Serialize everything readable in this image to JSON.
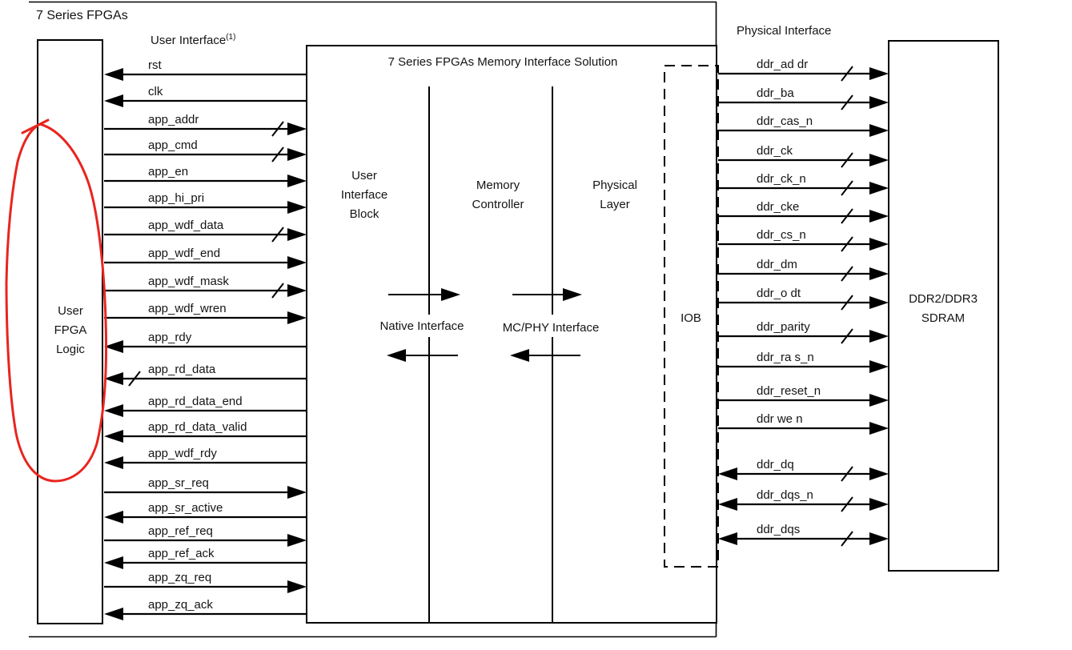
{
  "header": {
    "fpga_title": "7 Series FPGAs",
    "user_interface_label": "User Interface",
    "user_interface_note": "(1)",
    "physical_interface_label": "Physical Interface"
  },
  "user_logic_block": {
    "lines": [
      "User",
      "FPGA",
      "Logic"
    ]
  },
  "solution_block": {
    "title": "7 Series FPGAs Memory Interface Solution",
    "sections": [
      {
        "lines": [
          "User",
          "Interface",
          "Block"
        ]
      },
      {
        "lines": [
          "Memory",
          "Controller"
        ]
      },
      {
        "lines": [
          "Physical",
          "Layer"
        ]
      }
    ],
    "interfaces": [
      {
        "label": "Native Interface"
      },
      {
        "label": "MC/PHY Interface"
      }
    ]
  },
  "iob_block": {
    "label": "IOB"
  },
  "sdram_block": {
    "lines": [
      "DDR2/DDR3",
      "SDRAM"
    ]
  },
  "signals": {
    "left": [
      {
        "name": "rst",
        "direction": "in",
        "bus": false
      },
      {
        "name": "clk",
        "direction": "in",
        "bus": false
      },
      {
        "name": "app_addr",
        "direction": "out",
        "bus": true
      },
      {
        "name": "app_cmd",
        "direction": "out",
        "bus": true
      },
      {
        "name": "app_en",
        "direction": "out",
        "bus": false
      },
      {
        "name": "app_hi_pri",
        "direction": "out",
        "bus": false
      },
      {
        "name": "app_wdf_data",
        "direction": "out",
        "bus": true
      },
      {
        "name": "app_wdf_end",
        "direction": "out",
        "bus": false
      },
      {
        "name": "app_wdf_mask",
        "direction": "out",
        "bus": true
      },
      {
        "name": "app_wdf_wren",
        "direction": "out",
        "bus": false
      },
      {
        "name": "app_rdy",
        "direction": "in",
        "bus": false
      },
      {
        "name": "app_rd_data",
        "direction": "in",
        "bus": true
      },
      {
        "name": "app_rd_data_end",
        "direction": "in",
        "bus": false
      },
      {
        "name": "app_rd_data_valid",
        "direction": "in",
        "bus": false
      },
      {
        "name": "app_wdf_rdy",
        "direction": "in",
        "bus": false
      },
      {
        "name": "app_sr_req",
        "direction": "out",
        "bus": false
      },
      {
        "name": "app_sr_active",
        "direction": "in",
        "bus": false
      },
      {
        "name": "app_ref_req",
        "direction": "out",
        "bus": false
      },
      {
        "name": "app_ref_ack",
        "direction": "in",
        "bus": false
      },
      {
        "name": "app_zq_req",
        "direction": "out",
        "bus": false
      },
      {
        "name": "app_zq_ack",
        "direction": "in",
        "bus": false
      }
    ],
    "right": [
      {
        "name": "ddr_ad dr",
        "direction": "out",
        "bus": true
      },
      {
        "name": "ddr_ba",
        "direction": "out",
        "bus": true
      },
      {
        "name": "ddr_cas_n",
        "direction": "out",
        "bus": false
      },
      {
        "name": "ddr_ck",
        "direction": "out",
        "bus": true
      },
      {
        "name": "ddr_ck_n",
        "direction": "out",
        "bus": true
      },
      {
        "name": "ddr_cke",
        "direction": "out",
        "bus": true
      },
      {
        "name": "ddr_cs_n",
        "direction": "out",
        "bus": true
      },
      {
        "name": "ddr_dm",
        "direction": "out",
        "bus": true
      },
      {
        "name": "ddr_o dt",
        "direction": "out",
        "bus": true
      },
      {
        "name": "ddr_parity",
        "direction": "out",
        "bus": true
      },
      {
        "name": "ddr_ra s_n",
        "direction": "out",
        "bus": false
      },
      {
        "name": "ddr_reset_n",
        "direction": "out",
        "bus": false
      },
      {
        "name": "ddr we n",
        "direction": "out",
        "bus": false
      },
      {
        "name": "ddr_dq",
        "direction": "bidi",
        "bus": true
      },
      {
        "name": "ddr_dqs_n",
        "direction": "bidi",
        "bus": true
      },
      {
        "name": "ddr_dqs",
        "direction": "bidi",
        "bus": true
      }
    ]
  },
  "annotation": {
    "description": "hand-drawn red circle around User FPGA Logic block",
    "color": "#e8251f"
  }
}
